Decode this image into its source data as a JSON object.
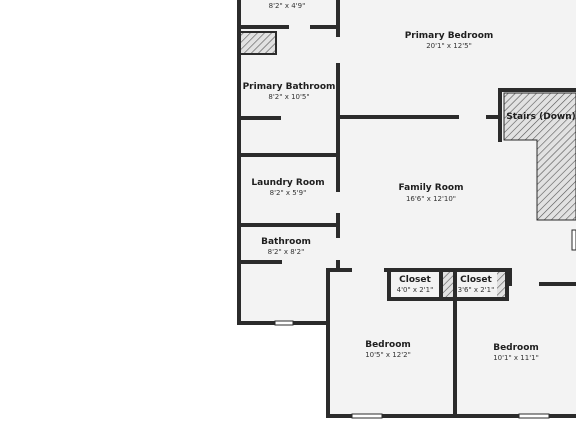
{
  "plan": {
    "rooms": [
      {
        "name": "",
        "dims": "8'2\" x 4'9\""
      },
      {
        "name": "Primary Bedroom",
        "dims": "20'1\" x 12'5\""
      },
      {
        "name": "Primary Bathroom",
        "dims": "8'2\" x 10'5\""
      },
      {
        "name": "Stairs (Down)",
        "dims": ""
      },
      {
        "name": "Laundry Room",
        "dims": "8'2\" x 5'9\""
      },
      {
        "name": "Family Room",
        "dims": "16'6\" x 12'10\""
      },
      {
        "name": "Bathroom",
        "dims": "8'2\" x 8'2\""
      },
      {
        "name": "Closet",
        "dims": "4'0\" x 2'1\""
      },
      {
        "name": "Closet",
        "dims": "3'6\" x 2'1\""
      },
      {
        "name": "Bedroom",
        "dims": "10'5\" x 12'2\""
      },
      {
        "name": "Bedroom",
        "dims": "10'1\" x 11'1\""
      }
    ],
    "colors": {
      "wall": "#2b2b2b",
      "floor": "#f3f3f3",
      "window": "#ffffff",
      "hatch": "#555555"
    }
  }
}
